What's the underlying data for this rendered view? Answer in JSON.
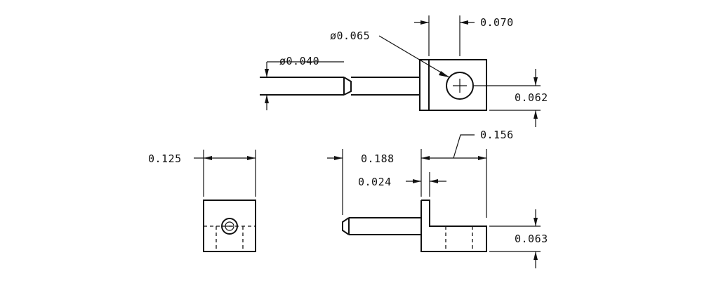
{
  "dimensions": {
    "dia_065": "ø0.065",
    "dim_070": "0.070",
    "dia_040": "ø0.040",
    "dim_062": "0.062",
    "dim_156": "0.156",
    "dim_125": "0.125",
    "dim_188": "0.188",
    "dim_024": "0.024",
    "dim_063": "0.063"
  }
}
